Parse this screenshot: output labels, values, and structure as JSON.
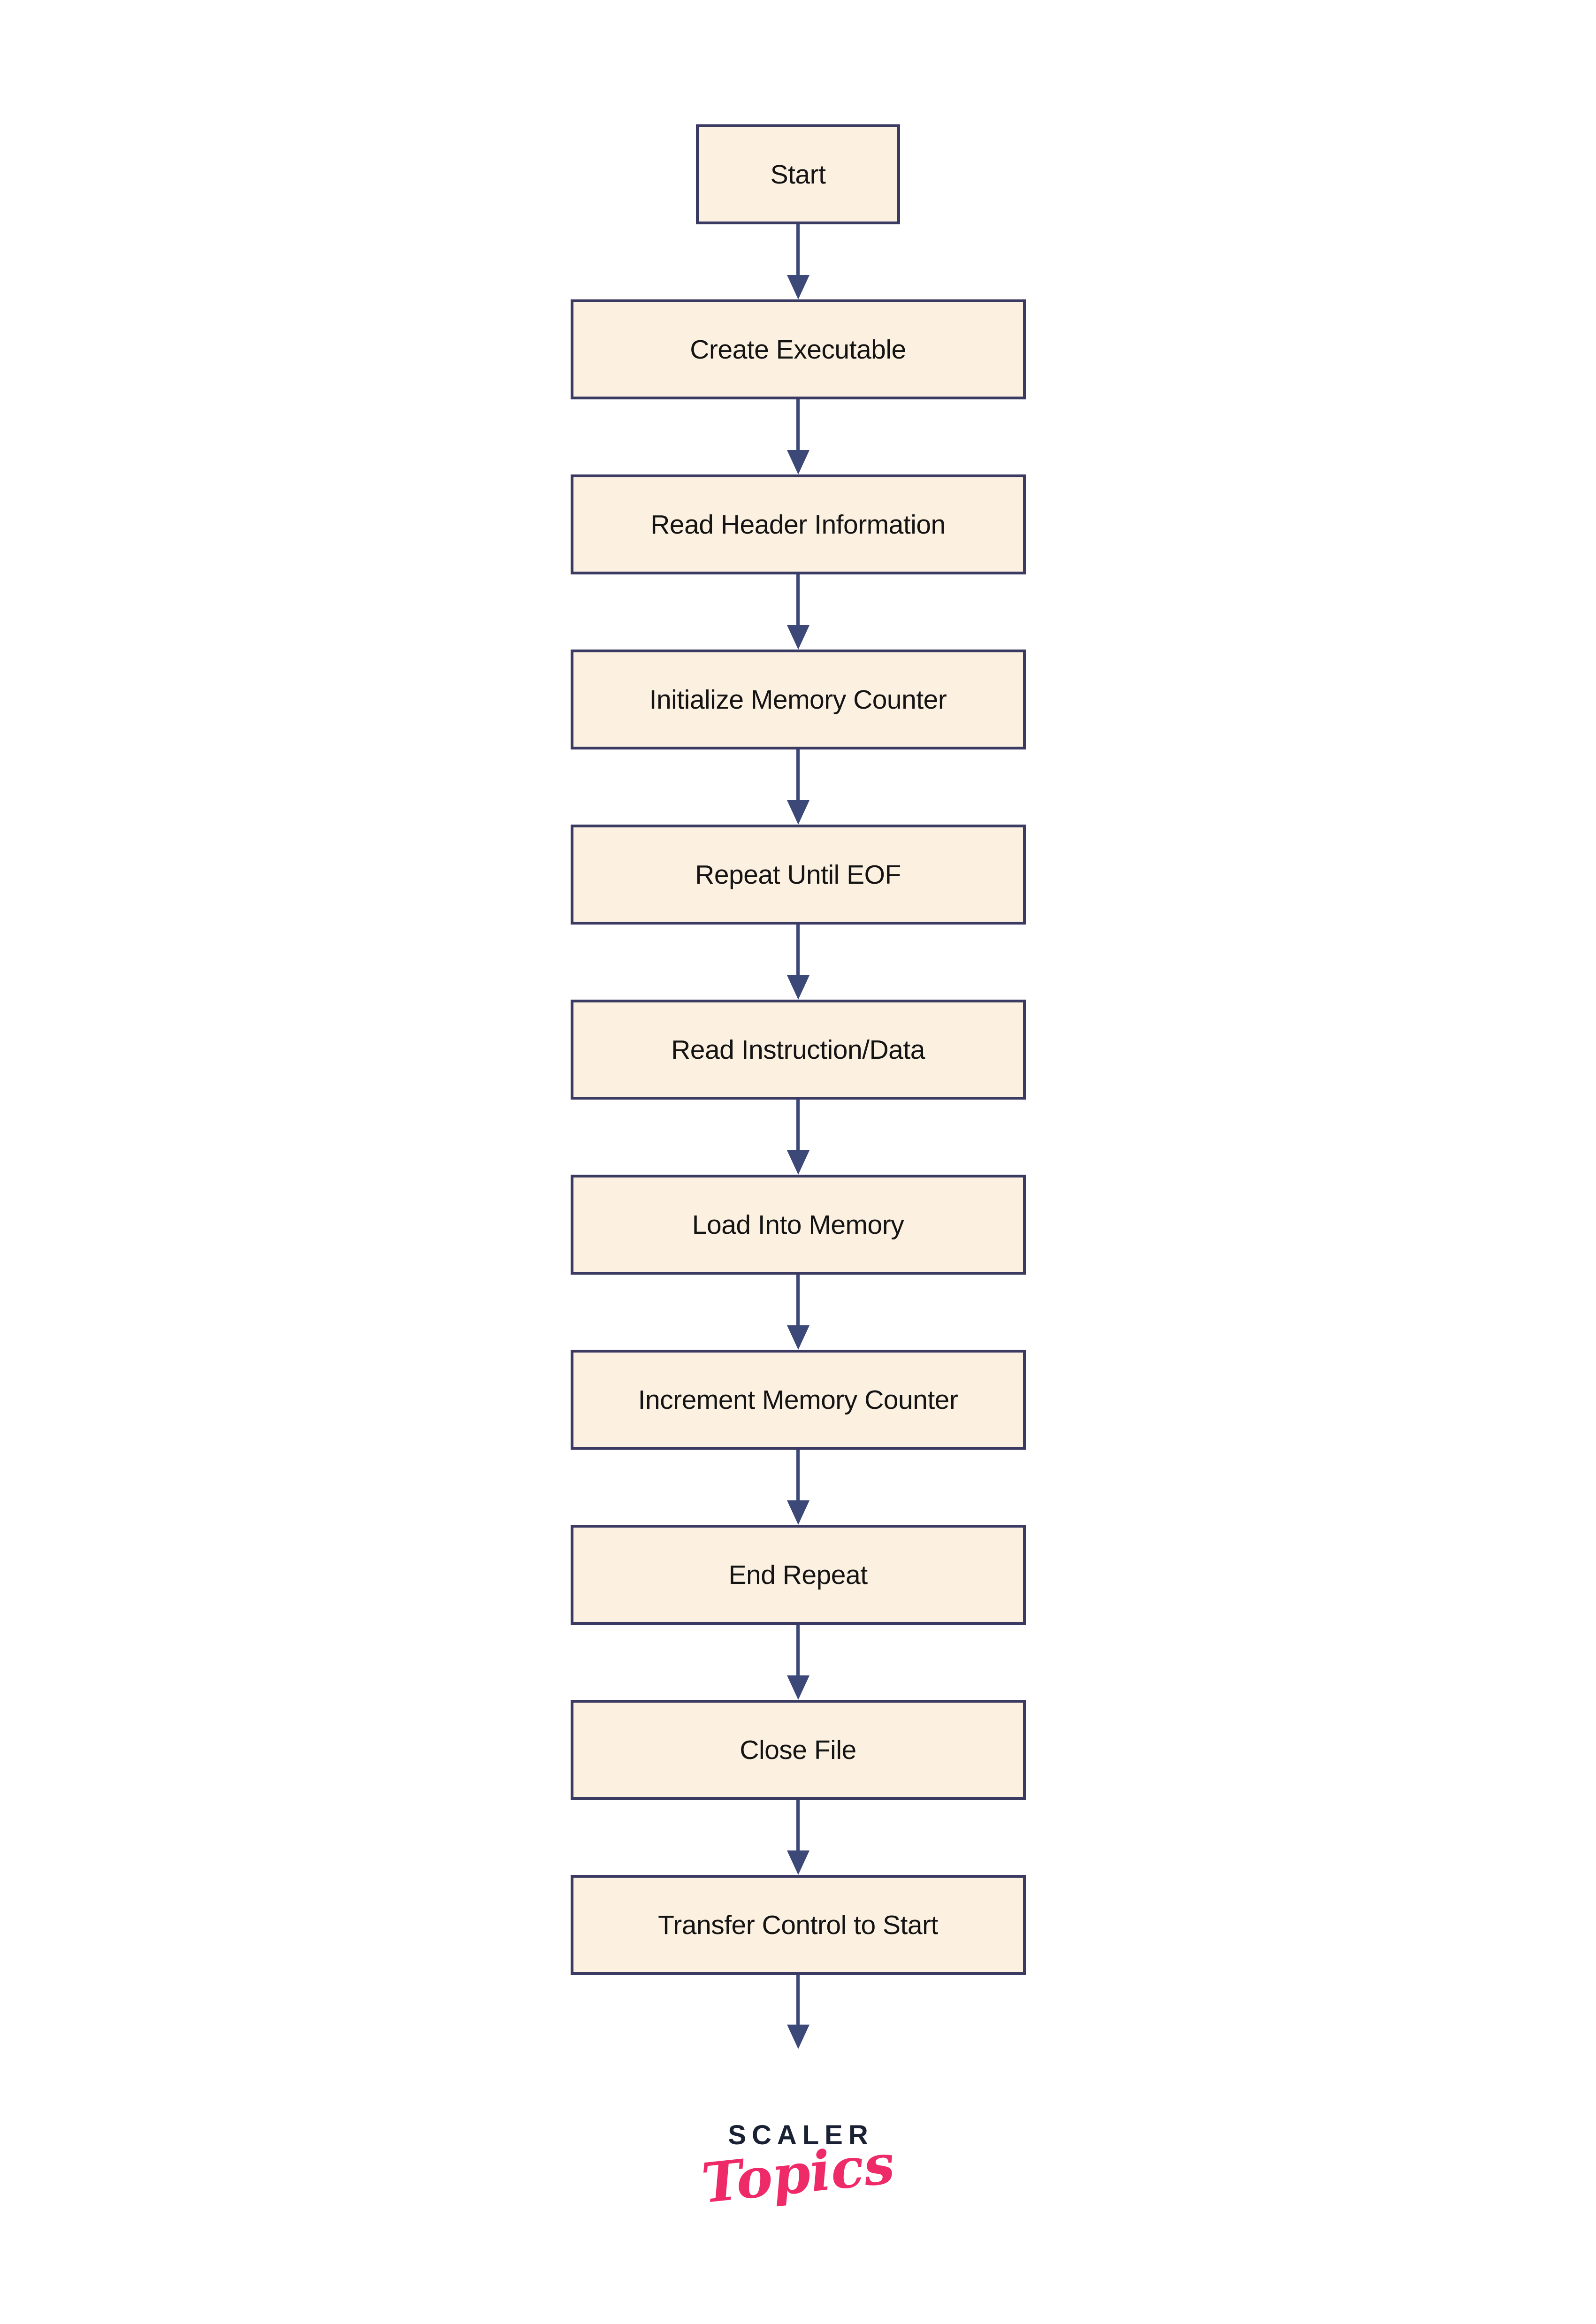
{
  "flow": {
    "nodes": [
      {
        "label": "Start"
      },
      {
        "label": "Create Executable"
      },
      {
        "label": "Read Header Information"
      },
      {
        "label": "Initialize Memory Counter"
      },
      {
        "label": "Repeat Until EOF"
      },
      {
        "label": "Read Instruction/Data"
      },
      {
        "label": "Load Into Memory"
      },
      {
        "label": "Increment Memory Counter"
      },
      {
        "label": "End Repeat"
      },
      {
        "label": "Close File"
      },
      {
        "label": "Transfer Control to Start"
      }
    ]
  },
  "logo": {
    "brand": "SCALER",
    "sub": "Topics"
  },
  "colors": {
    "box_fill": "#fcf0e1",
    "box_border": "#3a3a63",
    "arrow": "#3c4878",
    "text": "#141414",
    "logo_navy": "#1b2134",
    "logo_pink": "#ee2a68"
  }
}
